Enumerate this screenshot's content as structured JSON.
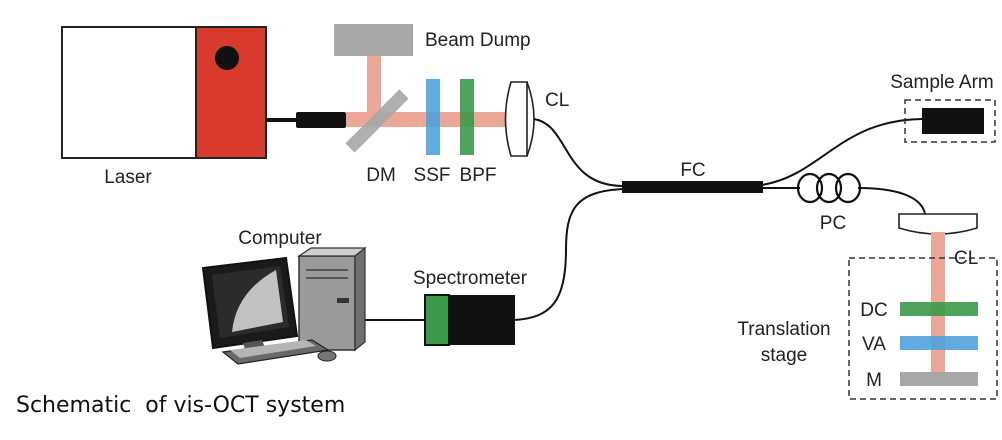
{
  "labels": {
    "laser": "Laser",
    "beam_dump": "Beam Dump",
    "dm": "DM",
    "ssf": "SSF",
    "bpf": "BPF",
    "cl_top": "CL",
    "sample_arm": "Sample Arm",
    "fc": "FC",
    "pc": "PC",
    "cl_ref": "CL",
    "computer": "Computer",
    "spectrometer": "Spectrometer",
    "translation_stage_1": "Translation",
    "translation_stage_2": "stage",
    "dc": "DC",
    "va": "VA",
    "m": "M"
  },
  "caption": "Schematic  of vis-OCT system",
  "colors": {
    "laser": "#d93a2e",
    "beam": "#eda797",
    "beam_dump": "#a7a7a7",
    "dm": "#a7a7a7",
    "ssf": "#4fa3dd",
    "bpf": "#3b9a4a",
    "fiber": "#111111",
    "dc": "#3b9a4a",
    "va": "#4fa3dd",
    "mirror": "#a7a7a7"
  }
}
